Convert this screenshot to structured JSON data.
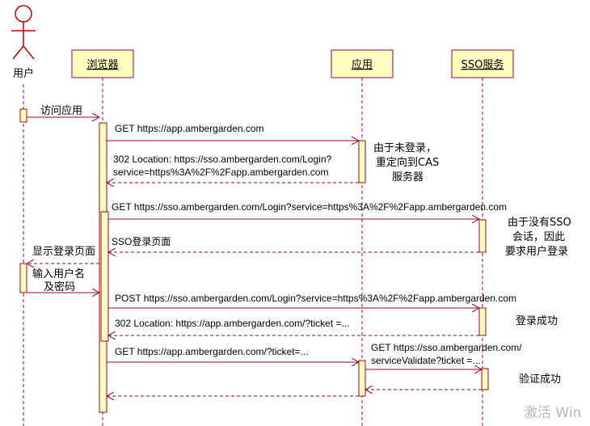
{
  "actors": {
    "user": "用户",
    "browser": "浏览器",
    "app": "应用",
    "sso": "SSO服务"
  },
  "messages": [
    {
      "text": "访问应用",
      "from": "user",
      "to": "browser",
      "kind": "call"
    },
    {
      "text": "GET https://app.ambergarden.com",
      "from": "browser",
      "to": "app",
      "kind": "call"
    },
    {
      "text": [
        "302 Location: https://sso.ambergarden.com/Login?",
        "service=https%3A%2F%2Fapp.ambergarden.com"
      ],
      "from": "app",
      "to": "browser",
      "kind": "return"
    },
    {
      "text": "GET https://sso.ambergarden.com/Login?service=https%3A%2F%2Fapp.ambergarden.com",
      "from": "browser",
      "to": "sso",
      "kind": "call"
    },
    {
      "text": "SSO登录页面",
      "from": "sso",
      "to": "browser",
      "kind": "return"
    },
    {
      "text": "显示登录页面",
      "from": "browser",
      "to": "user",
      "kind": "return"
    },
    {
      "text": [
        "输入用户名",
        "及密码"
      ],
      "from": "user",
      "to": "browser",
      "kind": "call"
    },
    {
      "text": "POST https://sso.ambergarden.com/Login?service=https%3A%2F%2Fapp.ambergarden.com",
      "from": "browser",
      "to": "sso",
      "kind": "call"
    },
    {
      "text": "302 Location: https://app.ambergarden.com/?ticket =...",
      "from": "sso",
      "to": "browser",
      "kind": "return"
    },
    {
      "text": "GET https://app.ambergarden.com/?ticket=...",
      "from": "browser",
      "to": "app",
      "kind": "call"
    },
    {
      "text": [
        "GET https://sso.ambergarden.com/",
        "serviceValidate?ticket =..."
      ],
      "from": "app",
      "to": "sso",
      "kind": "call"
    },
    {
      "text": "",
      "from": "sso",
      "to": "app",
      "kind": "return"
    },
    {
      "text": "",
      "from": "app",
      "to": "browser",
      "kind": "return"
    }
  ],
  "notes": {
    "app_redirect": [
      "由于未登录，",
      "重定向到CAS",
      "服务器"
    ],
    "sso_no_session": [
      "由于没有SSO",
      "会话，因此",
      "要求用户登录"
    ],
    "login_success": "登录成功",
    "validate_success": "验证成功"
  },
  "colors": {
    "lifeline_box_fill": "#ffffc0",
    "activation_fill": "#ffffc0",
    "line": "#a0002a",
    "actor": "#c00000"
  },
  "watermark": "激活 Win"
}
